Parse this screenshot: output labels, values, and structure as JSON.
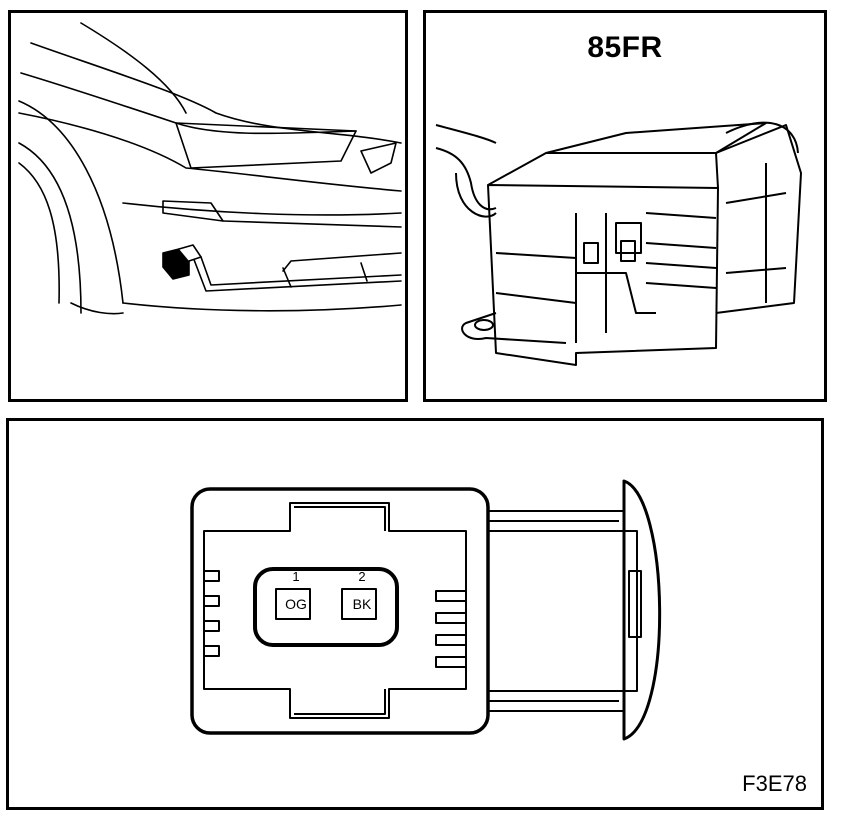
{
  "connector": {
    "title": "85FR"
  },
  "face_view": {
    "pins": [
      {
        "number": "1",
        "color_code": "OG"
      },
      {
        "number": "2",
        "color_code": "BK"
      }
    ]
  },
  "figure_code": "F3E78"
}
